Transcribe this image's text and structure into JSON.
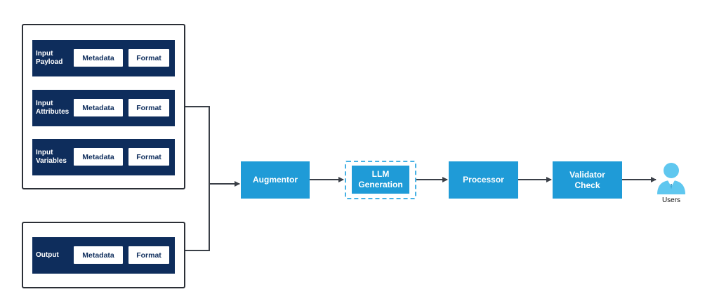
{
  "input_groups": [
    {
      "label": "Input\nPayload",
      "chips": [
        "Metadata",
        "Format"
      ]
    },
    {
      "label": "Input\nAttributes",
      "chips": [
        "Metadata",
        "Format"
      ]
    },
    {
      "label": "Input\nVariables",
      "chips": [
        "Metadata",
        "Format"
      ]
    }
  ],
  "output_group": {
    "label": "Output",
    "chips": [
      "Metadata",
      "Format"
    ]
  },
  "pipeline": {
    "augmentor": "Augmentor",
    "llm_generation": "LLM\nGeneration",
    "processor": "Processor",
    "validator": "Validator\nCheck",
    "users": "Users"
  },
  "colors": {
    "row_fill": "#0e2d5c",
    "node_fill": "#1f9bd7",
    "dashed_border": "#46b1e4",
    "connector": "#3a3f47",
    "user_icon": "#5fc7ef"
  }
}
